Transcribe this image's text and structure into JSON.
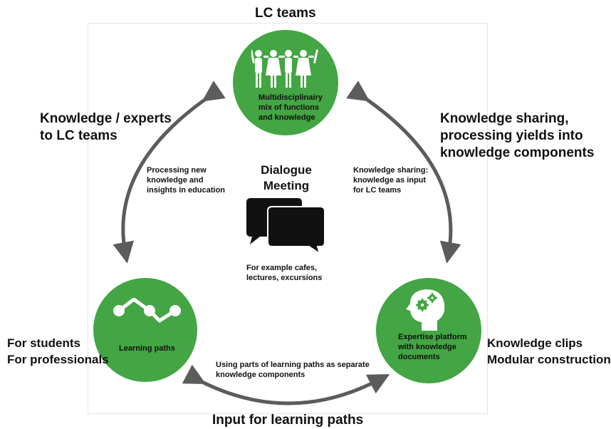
{
  "top_label": "LC teams",
  "top_circle": {
    "lines": [
      "Multidisciplinairy",
      "mix of functions",
      "and knowledge"
    ]
  },
  "left_circle": {
    "label": "Learning paths"
  },
  "right_circle": {
    "lines": [
      "Expertise platform",
      "with knowledge",
      "documents"
    ]
  },
  "left_arrow_label": [
    "Knowledge / experts",
    "to LC teams"
  ],
  "right_arrow_label": [
    "Knowledge sharing,",
    "processing yields into",
    "knowledge components"
  ],
  "left_inner_note": [
    "Processing new",
    "knowledge and",
    "insights in education"
  ],
  "right_inner_note": [
    "Knowledge sharing:",
    "knowledge as input",
    "for LC teams"
  ],
  "center": {
    "title": [
      "Dialogue",
      "Meeting"
    ],
    "examples": [
      "For example cafes,",
      "lectures, excursions"
    ]
  },
  "left_side_label": [
    "For students",
    "For professionals"
  ],
  "right_side_label": [
    "Knowledge clips",
    "Modular construction"
  ],
  "bottom_note": [
    "Using parts of learning paths as separate",
    "knowledge components"
  ],
  "bottom_label": "Input for learning paths",
  "colors": {
    "circle_green": "#43a543",
    "arrow_gray": "#5c5c5c",
    "icon_white": "#ffffff",
    "bubble_black": "#111111"
  },
  "icons": [
    "people-group-icon",
    "learning-path-nodes-icon",
    "head-gears-icon",
    "speech-bubbles-icon"
  ]
}
